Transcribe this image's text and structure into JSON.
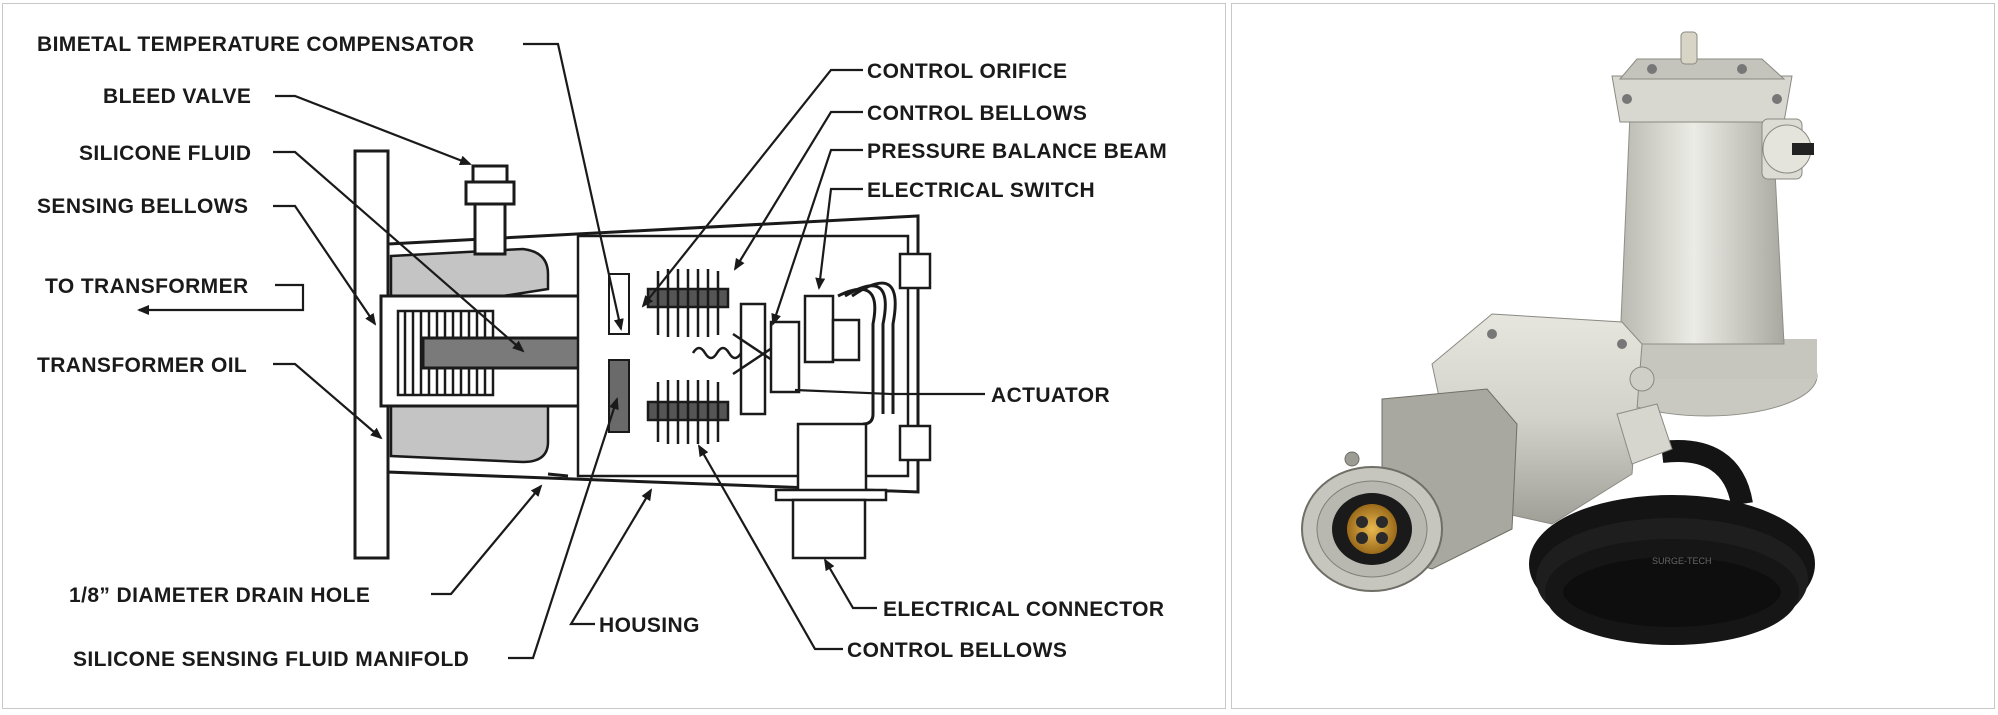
{
  "diagram": {
    "labels": {
      "bimetal_temperature_compensator": "BIMETAL TEMPERATURE COMPENSATOR",
      "bleed_valve": "BLEED VALVE",
      "silicone_fluid": "SILICONE FLUID",
      "sensing_bellows": "SENSING BELLOWS",
      "to_transformer": "TO TRANSFORMER",
      "transformer_oil": "TRANSFORMER OIL",
      "drain_hole": "1/8” DIAMETER DRAIN HOLE",
      "manifold": "SILICONE SENSING FLUID MANIFOLD",
      "housing": "HOUSING",
      "control_orifice": "CONTROL ORIFICE",
      "control_bellows_top": "CONTROL BELLOWS",
      "pressure_balance_beam": "PRESSURE BALANCE BEAM",
      "electrical_switch": "ELECTRICAL SWITCH",
      "actuator": "ACTUATOR",
      "electrical_connector": "ELECTRICAL CONNECTOR",
      "control_bellows_bottom": "CONTROL BELLOWS"
    }
  },
  "photo": {
    "cable_marking": "SURGE-TECH"
  },
  "colors": {
    "line": "#1a1a1a",
    "oil_fill": "#c4c4c4",
    "manifold_fill": "#6a6a6a",
    "device_metal": "#d9d9d2",
    "cable": "#141414",
    "connector_gold": "#c9962c"
  }
}
